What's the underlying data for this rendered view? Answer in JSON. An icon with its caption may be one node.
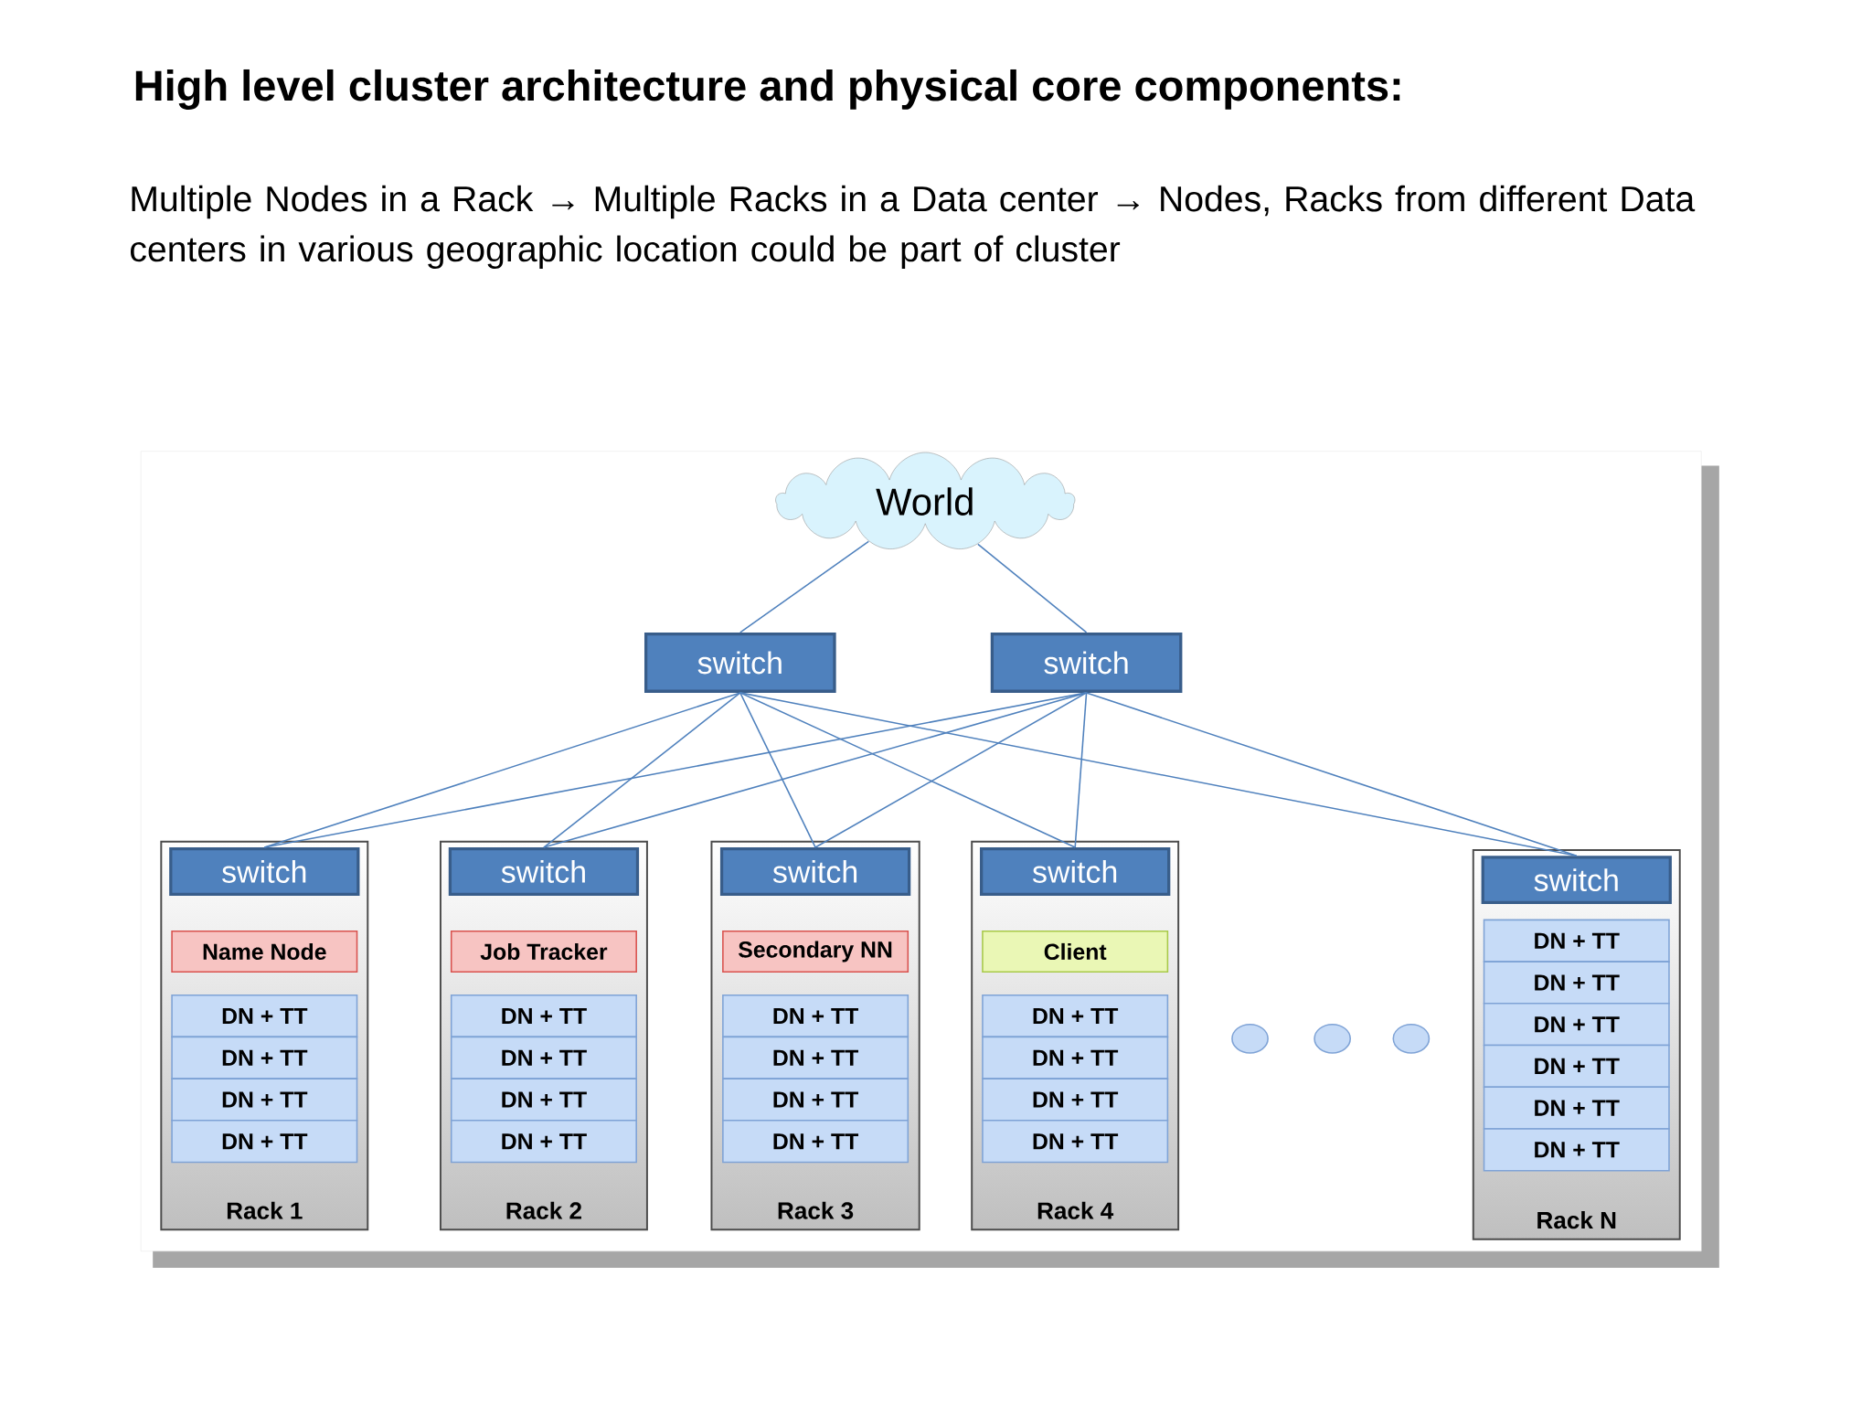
{
  "diagram": {
    "title": "High level cluster architecture and physical core components:",
    "nodes": [
      {
        "text": [
          "World"
        ]
      },
      {
        "text": [
          "switch"
        ]
      },
      {
        "text": [
          "switch"
        ]
      },
      {
        "text": [
          "Rack 1"
        ]
      },
      {
        "text": [
          "switch"
        ],
        "in": 3
      },
      {
        "text": [
          "Name Node"
        ],
        "in": 3
      },
      {
        "text": [
          "DN + TT"
        ],
        "in": 3
      },
      {
        "text": [
          "DN + TT"
        ],
        "in": 3
      },
      {
        "text": [
          "DN + TT"
        ],
        "in": 3
      },
      {
        "text": [
          "DN + TT"
        ],
        "in": 3
      },
      {
        "text": [
          "Rack 2"
        ]
      },
      {
        "text": [
          "switch"
        ],
        "in": 10
      },
      {
        "text": [
          "Job Tracker"
        ],
        "in": 10
      },
      {
        "text": [
          "DN + TT"
        ],
        "in": 10
      },
      {
        "text": [
          "DN + TT"
        ],
        "in": 10
      },
      {
        "text": [
          "DN + TT"
        ],
        "in": 10
      },
      {
        "text": [
          "DN + TT"
        ],
        "in": 10
      },
      {
        "text": [
          "Rack 3"
        ]
      },
      {
        "text": [
          "switch"
        ],
        "in": 17
      },
      {
        "text": [
          "Secondary NN"
        ],
        "in": 17
      },
      {
        "text": [
          "DN + TT"
        ],
        "in": 17
      },
      {
        "text": [
          "DN + TT"
        ],
        "in": 17
      },
      {
        "text": [
          "DN + TT"
        ],
        "in": 17
      },
      {
        "text": [
          "DN + TT"
        ],
        "in": 17
      },
      {
        "text": [
          "Rack 4"
        ]
      },
      {
        "text": [
          "switch"
        ],
        "in": 24
      },
      {
        "text": [
          "Client"
        ],
        "in": 24
      },
      {
        "text": [
          "DN + TT"
        ],
        "in": 24
      },
      {
        "text": [
          "DN + TT"
        ],
        "in": 24
      },
      {
        "text": [
          "DN + TT"
        ],
        "in": 24
      },
      {
        "text": [
          "DN + TT"
        ],
        "in": 24
      },
      {
        "text": [],
        "shape": "circle"
      },
      {
        "text": [],
        "shape": "circle"
      },
      {
        "text": [],
        "shape": "circle"
      },
      {
        "text": [
          "Rack N"
        ]
      },
      {
        "text": [
          "switch"
        ],
        "in": 34
      },
      {
        "text": [
          "DN + TT"
        ],
        "in": 34
      },
      {
        "text": [
          "DN + TT"
        ],
        "in": 34
      },
      {
        "text": [
          "DN + TT"
        ],
        "in": 34
      },
      {
        "text": [
          "DN + TT"
        ],
        "in": 34
      },
      {
        "text": [
          "DN + TT"
        ],
        "in": 34
      },
      {
        "text": [
          "DN + TT"
        ],
        "in": 34
      }
    ],
    "edges": [
      {
        "from": 0,
        "to": 1,
        "arrow": "none"
      },
      {
        "from": 0,
        "to": 2,
        "arrow": "none"
      },
      {
        "from": 1,
        "to": 4,
        "arrow": "none"
      },
      {
        "from": 1,
        "to": 11,
        "arrow": "none"
      },
      {
        "from": 1,
        "to": 18,
        "arrow": "none"
      },
      {
        "from": 1,
        "to": 25,
        "arrow": "none"
      },
      {
        "from": 1,
        "to": 35,
        "arrow": "none"
      },
      {
        "from": 2,
        "to": 4,
        "arrow": "none"
      },
      {
        "from": 2,
        "to": 11,
        "arrow": "none"
      },
      {
        "from": 2,
        "to": 18,
        "arrow": "none"
      },
      {
        "from": 2,
        "to": 25,
        "arrow": "none"
      },
      {
        "from": 2,
        "to": 35,
        "arrow": "none"
      }
    ],
    "labels": [
      "Multiple Nodes in a Rack → Multiple Racks in a Data center → Nodes, Racks from different Data centers in various geographic location could be part of cluster"
    ]
  }
}
